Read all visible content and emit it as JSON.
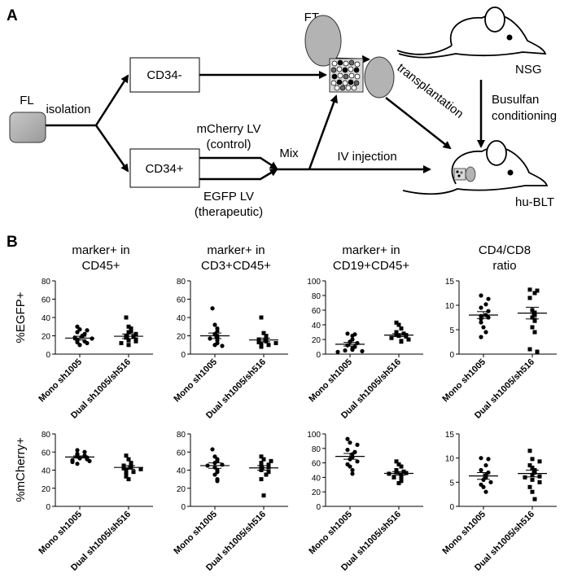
{
  "panel_a": {
    "label": "A",
    "fl": "FL",
    "isolation": "isolation",
    "cd34_neg": "CD34-",
    "cd34_pos": "CD34+",
    "mcherry_line1": "mCherry LV",
    "mcherry_line2": "(control)",
    "egfp_line1": "EGFP LV",
    "egfp_line2": "(therapeutic)",
    "mix": "Mix",
    "iv_injection": "IV injection",
    "ft": "FT",
    "transplantation": "transplantation",
    "nsg": "NSG",
    "busulfan_line1": "Busulfan",
    "busulfan_line2": "conditioning",
    "hu_blt": "hu-BLT"
  },
  "panel_b": {
    "label": "B",
    "row_labels": [
      "%EGFP+",
      "%mCherry+"
    ],
    "column_titles": [
      [
        "marker+ in",
        "CD45+"
      ],
      [
        "marker+ in",
        "CD3+CD45+"
      ],
      [
        "marker+ in",
        "CD19+CD45+"
      ],
      [
        "CD4/CD8",
        "ratio"
      ]
    ],
    "group_labels": [
      "Mono sh1005",
      "Dual sh1005/sh516"
    ]
  },
  "chart_data": [
    {
      "type": "scatter",
      "row": "%EGFP+",
      "title": "marker+ in CD45+",
      "categories": [
        "Mono sh1005",
        "Dual sh1005/sh516"
      ],
      "ylim": [
        0,
        80
      ],
      "yticks": [
        0,
        20,
        40,
        60,
        80
      ],
      "series": [
        {
          "marker": "circle",
          "values": [
            30,
            27,
            26,
            24,
            22,
            20,
            19,
            18,
            17,
            15,
            14,
            13,
            12,
            10
          ],
          "mean": 17.5,
          "sem": 2
        },
        {
          "marker": "square",
          "values": [
            40,
            30,
            28,
            25,
            24,
            22,
            20,
            19,
            18,
            16,
            15,
            14,
            12,
            10
          ],
          "mean": 19.5,
          "sem": 2.5
        }
      ]
    },
    {
      "type": "scatter",
      "row": "%EGFP+",
      "title": "marker+ in CD3+CD45+",
      "categories": [
        "Mono sh1005",
        "Dual sh1005/sh516"
      ],
      "ylim": [
        0,
        80
      ],
      "yticks": [
        0,
        20,
        40,
        60,
        80
      ],
      "series": [
        {
          "marker": "circle",
          "values": [
            50,
            32,
            28,
            25,
            22,
            20,
            18,
            17,
            15,
            12,
            10,
            9
          ],
          "mean": 20,
          "sem": 3
        },
        {
          "marker": "square",
          "values": [
            40,
            23,
            20,
            18,
            16,
            15,
            14,
            13,
            12,
            11,
            10,
            8
          ],
          "mean": 15.5,
          "sem": 2
        }
      ]
    },
    {
      "type": "scatter",
      "row": "%EGFP+",
      "title": "marker+ in CD19+CD45+",
      "categories": [
        "Mono sh1005",
        "Dual sh1005/sh516"
      ],
      "ylim": [
        0,
        100
      ],
      "yticks": [
        0,
        20,
        40,
        60,
        80,
        100
      ],
      "series": [
        {
          "marker": "circle",
          "values": [
            28,
            27,
            25,
            20,
            17,
            15,
            12,
            10,
            8,
            6,
            5,
            4,
            3
          ],
          "mean": 13.5,
          "sem": 2.5
        },
        {
          "marker": "square",
          "values": [
            43,
            40,
            35,
            30,
            28,
            27,
            26,
            25,
            24,
            22,
            20,
            18,
            17
          ],
          "mean": 26,
          "sem": 2
        }
      ]
    },
    {
      "type": "scatter",
      "row": "%EGFP+",
      "title": "CD4/CD8 ratio",
      "categories": [
        "Mono sh1005",
        "Dual sh1005/sh516"
      ],
      "ylim": [
        0,
        15
      ],
      "yticks": [
        0,
        5,
        10,
        15
      ],
      "series": [
        {
          "marker": "circle",
          "values": [
            12,
            11.3,
            10.2,
            9.5,
            8.8,
            8,
            7.8,
            7.5,
            7.2,
            6.5,
            5.5,
            4.5,
            3.5
          ],
          "mean": 8,
          "sem": 0.7
        },
        {
          "marker": "square",
          "values": [
            13.2,
            13,
            12.5,
            11.5,
            9,
            8.5,
            8,
            7.5,
            7,
            6.8,
            5.5,
            4.5,
            1,
            0.5
          ],
          "mean": 8.4,
          "sem": 1.2
        }
      ]
    },
    {
      "type": "scatter",
      "row": "%mCherry+",
      "title": "marker+ in CD45+",
      "categories": [
        "Mono sh1005",
        "Dual sh1005/sh516"
      ],
      "ylim": [
        0,
        80
      ],
      "yticks": [
        0,
        20,
        40,
        60,
        80
      ],
      "series": [
        {
          "marker": "circle",
          "values": [
            62,
            60,
            58,
            57,
            56,
            55,
            54,
            53,
            52,
            51,
            50,
            49,
            47
          ],
          "mean": 54.5,
          "sem": 1.2
        },
        {
          "marker": "square",
          "values": [
            56,
            52,
            48,
            46,
            45,
            44,
            43,
            42,
            41,
            40,
            38,
            36,
            33,
            30
          ],
          "mean": 43,
          "sem": 2
        }
      ]
    },
    {
      "type": "scatter",
      "row": "%mCherry+",
      "title": "marker+ in CD3+CD45+",
      "categories": [
        "Mono sh1005",
        "Dual sh1005/sh516"
      ],
      "ylim": [
        0,
        80
      ],
      "yticks": [
        0,
        20,
        40,
        60,
        80
      ],
      "series": [
        {
          "marker": "circle",
          "values": [
            63,
            55,
            52,
            50,
            48,
            46,
            45,
            43,
            40,
            38,
            35,
            30,
            28
          ],
          "mean": 45,
          "sem": 3
        },
        {
          "marker": "square",
          "values": [
            55,
            52,
            50,
            48,
            46,
            45,
            44,
            43,
            42,
            40,
            38,
            35,
            30,
            12
          ],
          "mean": 42.5,
          "sem": 2.5
        }
      ]
    },
    {
      "type": "scatter",
      "row": "%mCherry+",
      "title": "marker+ in CD19+CD45+",
      "categories": [
        "Mono sh1005",
        "Dual sh1005/sh516"
      ],
      "ylim": [
        0,
        100
      ],
      "yticks": [
        0,
        20,
        40,
        60,
        80,
        100
      ],
      "series": [
        {
          "marker": "circle",
          "values": [
            93,
            88,
            85,
            78,
            75,
            72,
            68,
            65,
            62,
            58,
            55,
            50,
            45
          ],
          "mean": 69,
          "sem": 4
        },
        {
          "marker": "square",
          "values": [
            62,
            58,
            55,
            50,
            48,
            47,
            46,
            45,
            44,
            42,
            40,
            38,
            35,
            32
          ],
          "mean": 45.5,
          "sem": 2.5
        }
      ]
    },
    {
      "type": "scatter",
      "row": "%mCherry+",
      "title": "CD4/CD8 ratio",
      "categories": [
        "Mono sh1005",
        "Dual sh1005/sh516"
      ],
      "ylim": [
        0,
        15
      ],
      "yticks": [
        0,
        5,
        10,
        15
      ],
      "series": [
        {
          "marker": "circle",
          "values": [
            10,
            9.8,
            8.5,
            7.5,
            7,
            6.5,
            6,
            5.5,
            5,
            4.5,
            4,
            3
          ],
          "mean": 6.3,
          "sem": 0.7
        },
        {
          "marker": "square",
          "values": [
            11.5,
            9.8,
            9.3,
            8.5,
            8,
            7.5,
            7,
            6.5,
            6.2,
            6,
            5.5,
            5,
            4,
            3,
            1.5
          ],
          "mean": 6.8,
          "sem": 0.7
        }
      ]
    }
  ]
}
